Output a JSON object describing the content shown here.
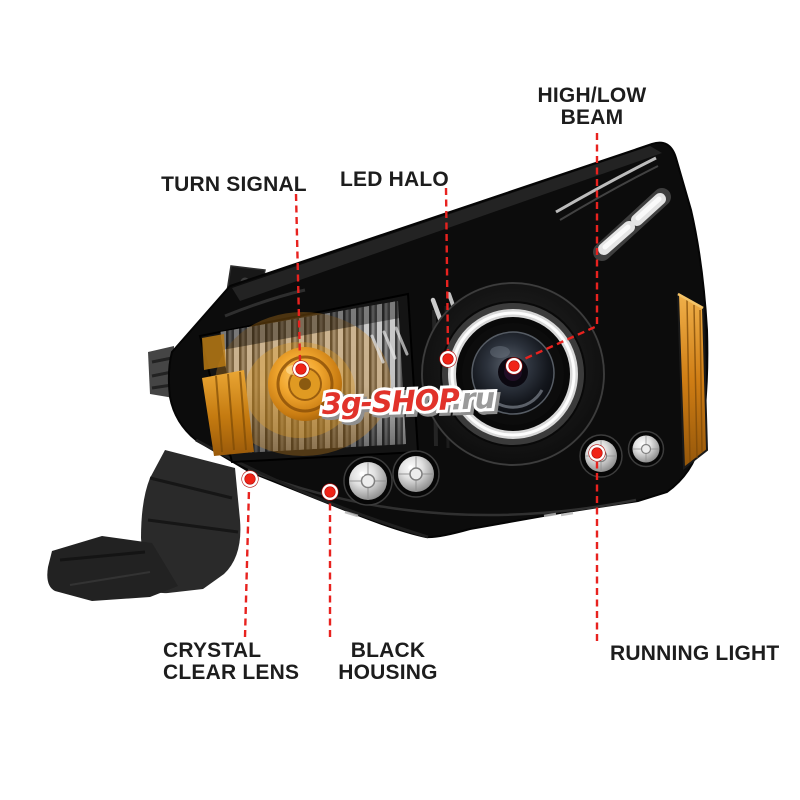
{
  "callouts": {
    "high_low_beam": {
      "line1": "HIGH/LOW",
      "line2": "BEAM"
    },
    "turn_signal": {
      "label": "TURN SIGNAL"
    },
    "led_halo": {
      "label": "LED HALO"
    },
    "crystal_clear_lens": {
      "line1": "CRYSTAL",
      "line2": "CLEAR LENS"
    },
    "black_housing": {
      "line1": "BLACK",
      "line2": "HOUSING"
    },
    "running_light": {
      "label": "RUNNING LIGHT"
    }
  },
  "watermark": {
    "name": "3g-SHOP",
    "tld": ".ru"
  },
  "colors": {
    "background": "#ffffff",
    "label_text": "#1d1d1d",
    "leader_red": "#e8221f",
    "watermark_red": "#e1322a",
    "watermark_shadow": "#8f8f8f",
    "amber": "#d4891c",
    "housing_black": "#0c0c0c",
    "halo_white": "#dcdcdc"
  }
}
